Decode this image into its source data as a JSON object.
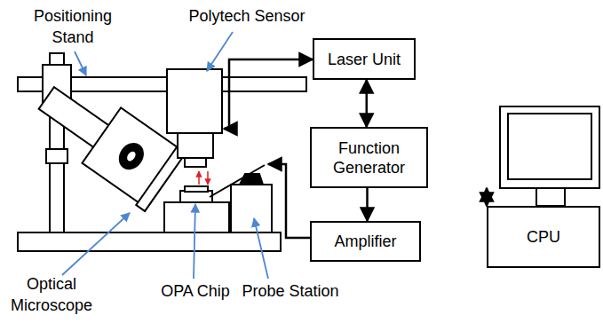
{
  "diagram": {
    "nodes": [
      {
        "text": [
          "Laser Unit"
        ]
      },
      {
        "text": [
          "Function Generator"
        ]
      },
      {
        "text": [
          "Amplifier"
        ]
      },
      {
        "text": [
          "CPU"
        ]
      }
    ],
    "edges": [
      {
        "from": 0,
        "to": 1,
        "arrow": "both"
      },
      {
        "from": 1,
        "to": 2,
        "arrow": "to"
      },
      {
        "from": 1,
        "to": 3,
        "arrow": "both"
      }
    ],
    "labels": [
      "Positioning Stand",
      "Polytech Sensor",
      "Optical Microscope",
      "OPA Chip",
      "Probe Station"
    ]
  }
}
